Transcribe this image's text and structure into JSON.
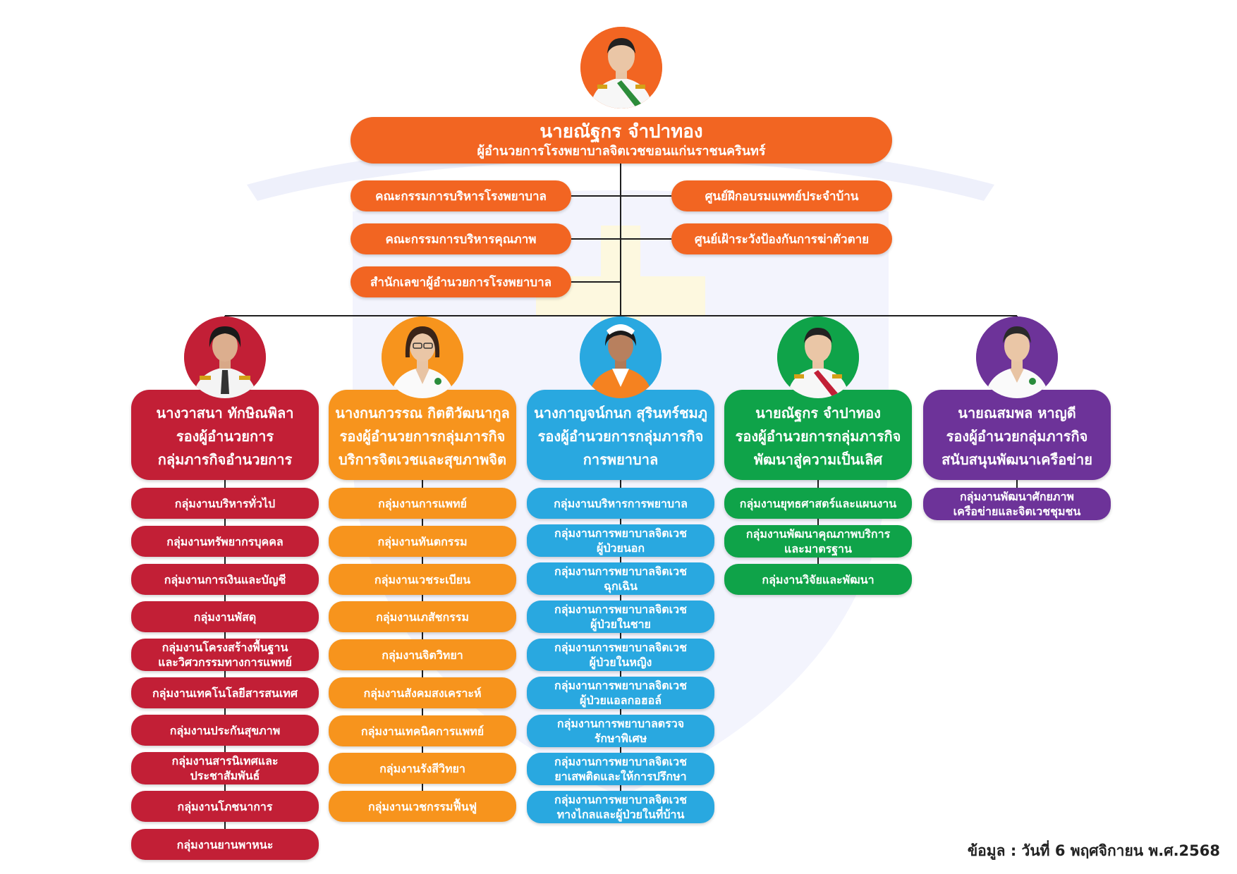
{
  "director": {
    "name": "นายณัฐกร จำปาทอง",
    "title": "ผู้อำนวยการโรงพยาบาลจิตเวชขอนแก่นราชนครินทร์"
  },
  "left_units": [
    "คณะกรรมการบริหารโรงพยาบาล",
    "คณะกรรมการบริหารคุณภาพ",
    "สำนักเลขาผู้อำนวยการโรงพยาบาล"
  ],
  "right_units": [
    "ศูนย์ฝึกอบรมแพทย์ประจำบ้าน",
    "ศูนย์เฝ้าระวังป้องกันการฆ่าตัวตาย"
  ],
  "departments": [
    {
      "name": "นางวาสนา ทักษิณพิลา",
      "role1": "รองผู้อำนวยการ",
      "role2": "กลุ่มภารกิจอำนวยการ",
      "color": "#c21f36",
      "items": [
        "กลุ่มงานบริหารทั่วไป",
        "กลุ่มงานทรัพยากรบุคคล",
        "กลุ่มงานการเงินและบัญชี",
        "กลุ่มงานพัสดุ",
        "กลุ่มงานโครงสร้างพื้นฐาน\nและวิศวกรรมทางการแพทย์",
        "กลุ่มงานเทคโนโลยีสารสนเทศ",
        "กลุ่มงานประกันสุขภาพ",
        "กลุ่มงานสารนิเทศและ\nประชาสัมพันธ์",
        "กลุ่มงานโภชนาการ",
        "กลุ่มงานยานพาหนะ"
      ]
    },
    {
      "name": "นางกนกวรรณ กิตติวัฒนากูล",
      "role1": "รองผู้อำนวยการกลุ่มภารกิจ",
      "role2": "บริการจิตเวชและสุขภาพจิต",
      "color": "#f7941d",
      "items": [
        "กลุ่มงานการแพทย์",
        "กลุ่มงานทันตกรรม",
        "กลุ่มงานเวชระเบียน",
        "กลุ่มงานเภสัชกรรม",
        "กลุ่มงานจิตวิทยา",
        "กลุ่มงานสังคมสงเคราะห์",
        "กลุ่มงานเทคนิคการแพทย์",
        "กลุ่มงานรังสีวิทยา",
        "กลุ่มงานเวชกรรมฟื้นฟู"
      ]
    },
    {
      "name": "นางกาญจน์กนก สุรินทร์ชมภู",
      "role1": "รองผู้อำนวยการกลุ่มภารกิจ",
      "role2": "การพยาบาล",
      "color": "#29a8e0",
      "items": [
        "กลุ่มงานบริหารการพยาบาล",
        "กลุ่มงานการพยาบาลจิตเวช\nผู้ป่วยนอก",
        "กลุ่มงานการพยาบาลจิตเวช\nฉุกเฉิน",
        "กลุ่มงานการพยาบาลจิตเวช\nผู้ป่วยในชาย",
        "กลุ่มงานการพยาบาลจิตเวช\nผู้ป่วยในหญิง",
        "กลุ่มงานการพยาบาลจิตเวช\nผู้ป่วยแอลกอฮอล์",
        "กลุ่มงานการพยาบาลตรวจ\nรักษาพิเศษ",
        "กลุ่มงานการพยาบาลจิตเวช\nยาเสพติดและให้การปรึกษา",
        "กลุ่มงานการพยาบาลจิตเวช\nทางไกลและผู้ป่วยในที่บ้าน"
      ]
    },
    {
      "name": "นายณัฐกร จำปาทอง",
      "role1": "รองผู้อำนวยการกลุ่มภารกิจ",
      "role2": "พัฒนาสู่ความเป็นเลิศ",
      "color": "#0fa349",
      "items": [
        "กลุ่มงานยุทธศาสตร์และแผนงาน",
        "กลุ่มงานพัฒนาคุณภาพบริการ\nและมาตรฐาน",
        "กลุ่มงานวิจัยและพัฒนา"
      ]
    },
    {
      "name": "นายณสมพล หาญดี",
      "role1": "รองผู้อำนวยกลุ่มภารกิจ",
      "role2": "สนับสนุนพัฒนาเครือข่าย",
      "color": "#6d3399",
      "items": [
        "กลุ่มงานพัฒนาศักยภาพ\nเครือข่ายและจิตเวชชุมชน"
      ]
    }
  ],
  "footer": "ข้อมูล : วันที่ 6 พฤศจิกายน พ.ศ.2568"
}
